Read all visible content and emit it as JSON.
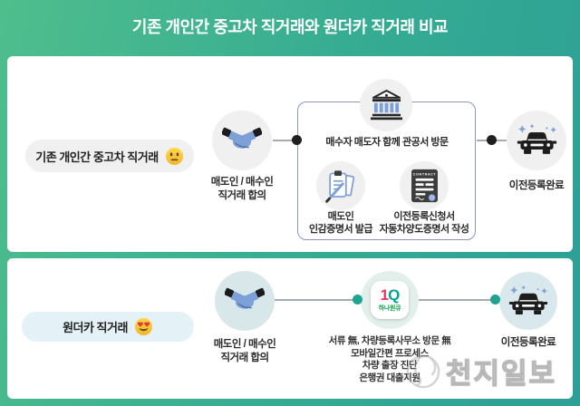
{
  "title": "기존 개인간 중고차 직거래와 원더카 직거래 비교",
  "old_row": {
    "title": "기존 개인간 중고차 직거래",
    "emoji": "neutral-face",
    "agree_label": "매도인 / 매수인\n직거래 합의",
    "visit_label": "매수자 매도자 함께 관공서 방문",
    "seal_label": "매도인\n인감증명서 발급",
    "docs_label": "이전등록신청서\n자동차양도증명서 작성",
    "done_label": "이전등록완료"
  },
  "wonder_row": {
    "title": "원더카 직거래",
    "emoji": "heart-eyes",
    "agree_label": "매도인 / 매수인\n직거래 합의",
    "app_logo_1": "1",
    "app_logo_q": "Q",
    "app_name": "하나원큐",
    "features": [
      "서류 無, 차량등록사무소 방문 無",
      "모바일간편 프로세스",
      "차량 출장 진단",
      "은행권 대출지원"
    ],
    "done_label": "이전등록완료"
  },
  "contract_header": "CONTRACT",
  "watermark": "천지일보",
  "colors": {
    "bg_gradient_start": "#4fbe8d",
    "bg_gradient_end": "#2d9f97",
    "card_bg": "#ffffff",
    "circle_gray": "#f0f0f1",
    "circle_teal_light": "#d8e8ea",
    "accent_teal_dot": "#1fa393",
    "flowbox_border": "#8a97bb",
    "icon_blue": "#7da0d6",
    "hana_red": "#e8365a",
    "hana_teal": "#00a19c",
    "hana_green": "#12a150"
  },
  "icons": [
    "handshake-icon",
    "bank-building-icon",
    "clipboard-pen-icon",
    "contract-icon",
    "car-sparkle-icon",
    "neutral-face-emoji-icon",
    "heart-eyes-emoji-icon",
    "hana-1q-app-icon",
    "newspaper-watermark-logo-icon"
  ]
}
